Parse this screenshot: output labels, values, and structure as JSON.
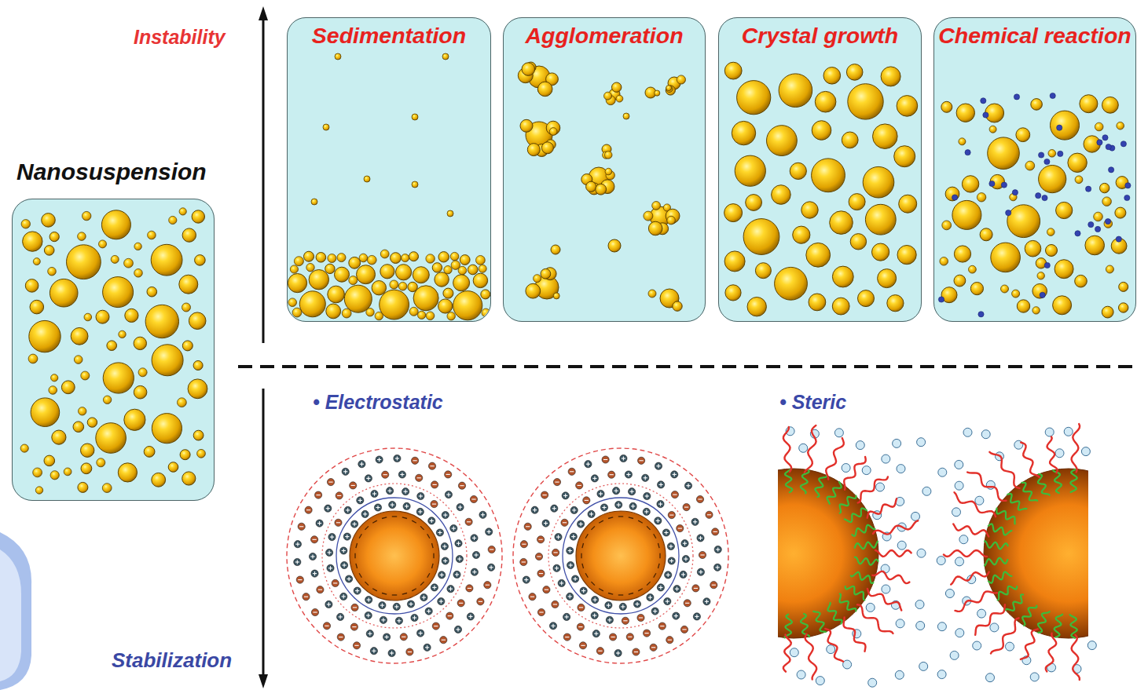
{
  "diagram": {
    "nodes": [
      {
        "text": [
          "Nanosuspension"
        ]
      },
      {
        "text": [
          "Sedimentation"
        ]
      },
      {
        "text": [
          "Agglomeration"
        ]
      },
      {
        "text": [
          "Crystal growth"
        ]
      },
      {
        "text": [
          "Chemical reaction"
        ]
      }
    ],
    "labels": [
      "Instability",
      "Stabilization",
      "• Electrostatic",
      "• Steric"
    ]
  }
}
